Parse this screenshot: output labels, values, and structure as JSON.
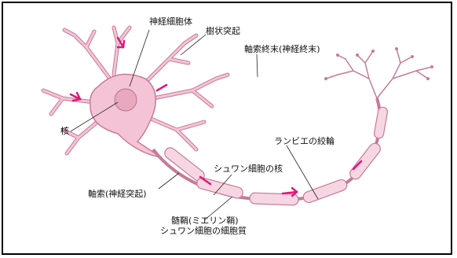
{
  "labels": {
    "soma": "神経細胞体",
    "dendrite": "樹状突起",
    "axon_terminal": "軸索終末(神経終末)",
    "nucleus": "核",
    "node_of_ranvier": "ランビエの絞輪",
    "schwann_nucleus": "シュワン細胞の核",
    "axon": "軸索(神経突起)",
    "myelin_line1": "髄鞘(ミエリン鞘)",
    "myelin_line2": "シュワン細胞の細胞質"
  },
  "colors": {
    "cell_body": "#f4c4d6",
    "cell_outline": "#c77a97",
    "nucleus": "#e8a9bf",
    "myelin": "#f6d6e2",
    "arrow": "#e0187a",
    "leader_line": "#222222"
  }
}
